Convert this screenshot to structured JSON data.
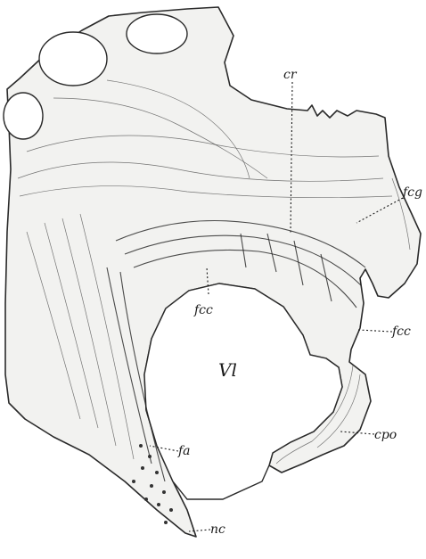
{
  "labels": {
    "cr": "cr",
    "fcg": "fcg",
    "fcc_left": "fcc",
    "fcc_right": "fcc",
    "vl": "Vl",
    "cpo": "cpo",
    "fa": "fa",
    "nc": "nc"
  }
}
